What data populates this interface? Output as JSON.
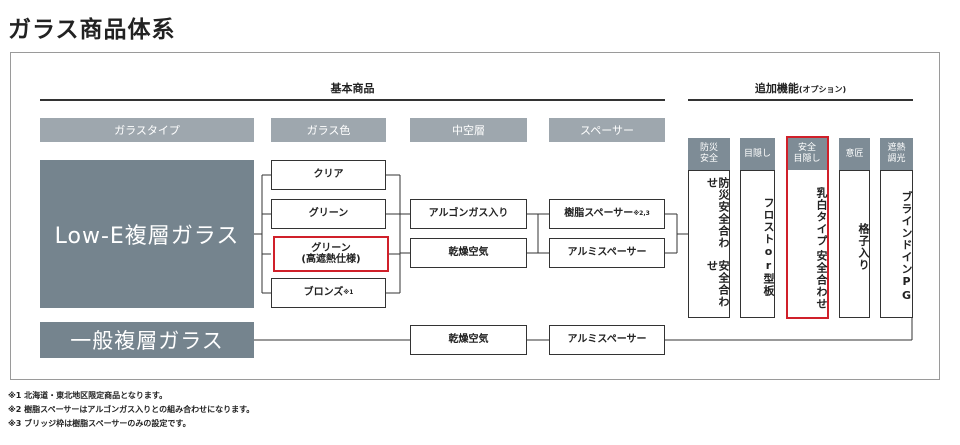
{
  "page": {
    "title": "ガラス商品体系"
  },
  "sections": {
    "basic": "基本商品",
    "additional": "追加機能",
    "additional_note": "(オプション)"
  },
  "column_headers": {
    "glass_type": "ガラスタイプ",
    "glass_color": "ガラス色",
    "hollow_layer": "中空層",
    "spacer": "スペーサー"
  },
  "glass_types": [
    "Low-E複層ガラス",
    "一般複層ガラス"
  ],
  "colors": {
    "clear": "クリア",
    "green": "グリーン",
    "green_heat_line1": "グリーン",
    "green_heat_line2": "(高遮熱仕様)",
    "bronze": "ブロンズ",
    "bronze_mark": "※1"
  },
  "hollow": {
    "argon": "アルゴンガス入り",
    "dry1": "乾燥空気",
    "dry2": "乾燥空気"
  },
  "spacers": {
    "resin": "樹脂スペーサー",
    "resin_mark": "※2,3",
    "alumi1": "アルミスペーサー",
    "alumi2": "アルミスペーサー"
  },
  "options": [
    {
      "head": "防災\n安全",
      "body_cols": [
        "防災安全合わせ",
        "安全合わせ"
      ]
    },
    {
      "head": "目隠し",
      "body_cols": [
        "フロストor型板"
      ]
    },
    {
      "head": "安全\n目隠し",
      "body_cols": [
        "安全合わせ",
        "乳白タイプ"
      ]
    },
    {
      "head": "意匠",
      "body_cols": [
        "格子入り"
      ]
    },
    {
      "head": "遮熱\n調光",
      "body_cols": [
        "ブラインドインPG"
      ]
    }
  ],
  "notes": [
    "※1 北海道・東北地区限定商品となります。",
    "※2 樹脂スペーサーはアルゴンガス入りとの組み合わせになります。",
    "※3 ブリッジ枠は樹脂スペーサーのみの設定です。"
  ],
  "colors_palette": {
    "box_dark": "#75848e",
    "box_header": "#9ea7ae",
    "highlight": "#d0202a"
  }
}
